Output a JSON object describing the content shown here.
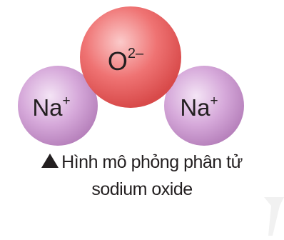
{
  "diagram": {
    "oxygen": {
      "symbol": "O",
      "charge": "2–",
      "color": "#ee6e6e"
    },
    "sodium_left": {
      "symbol": "Na",
      "charge": "+",
      "color": "#d2a4d6"
    },
    "sodium_right": {
      "symbol": "Na",
      "charge": "+",
      "color": "#d2a4d6"
    }
  },
  "caption": {
    "icon": "triangle-up-icon",
    "line1": "Hình mô phỏng phân tử",
    "line2": "sodium oxide"
  }
}
